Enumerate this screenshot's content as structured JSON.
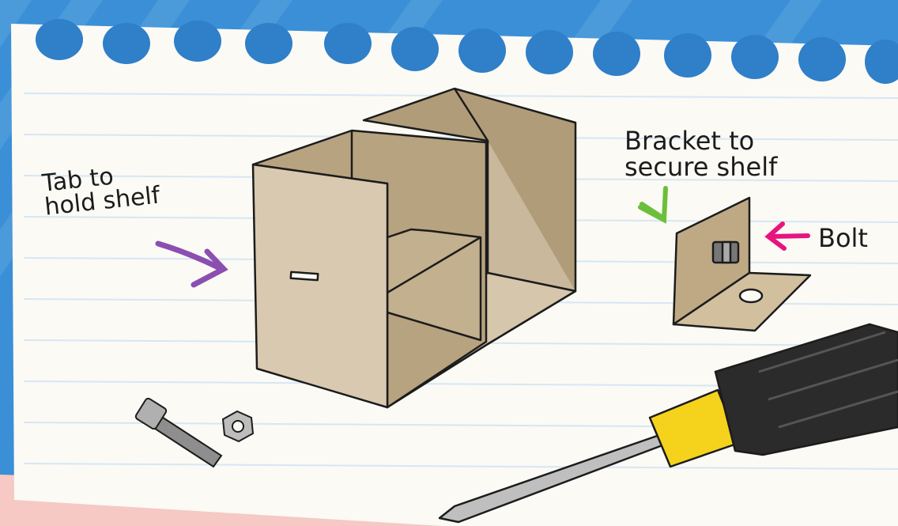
{
  "labels": {
    "tab": "Tab to\nhold shelf",
    "bracket": "Bracket to\nsecure shelf",
    "bolt": "Bolt"
  },
  "colors": {
    "background": "#3a8fd6",
    "paper": "#fbfaf5",
    "paper_lines": "#d6e7f4",
    "cardboard_front": "#d9c9b0",
    "cardboard_back": "#b09c78",
    "screwdriver_handle": "#2b2b2b",
    "screwdriver_collar": "#f5d21c",
    "arrow_tab": "#8a4fb0",
    "arrow_bracket": "#6cbf3a",
    "arrow_bolt": "#e8147e",
    "corner_pink": "#f6c9c4"
  },
  "icons": [
    "shelf-box-illustration",
    "bracket-illustration",
    "bolt-icon",
    "nut-icon",
    "screwdriver-icon",
    "notebook-hole-icon"
  ]
}
